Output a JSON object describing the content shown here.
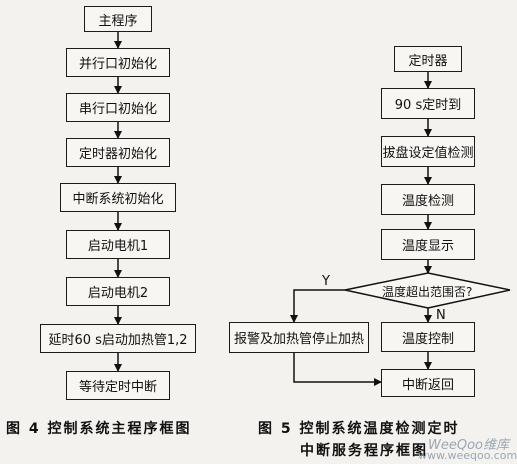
{
  "left_flow": {
    "start": "主程序",
    "steps": [
      "并行口初始化",
      "串行口初始化",
      "定时器初始化",
      "中断系统初始化",
      "启动电机1",
      "启动电机2",
      "延时60 s启动加热管1,2",
      "等待定时中断"
    ]
  },
  "right_flow": {
    "start": "定时器",
    "steps": [
      "90 s定时到",
      "拔盘设定值检测",
      "温度检测",
      "温度显示"
    ],
    "decision": "温度超出范围否?",
    "yes_label": "Y",
    "no_label": "N",
    "yes_action": "报警及加热管停止加热",
    "no_action": "温度控制",
    "end": "中断返回"
  },
  "captions": {
    "fig4": "图 4  控制系统主程序框图",
    "fig5_line1": "图 5  控制系统温度检测定时",
    "fig5_line2": "中断服务程序框图"
  },
  "watermark": {
    "brand": "WeeQoo维库",
    "url": "www.weeqoo.com"
  }
}
